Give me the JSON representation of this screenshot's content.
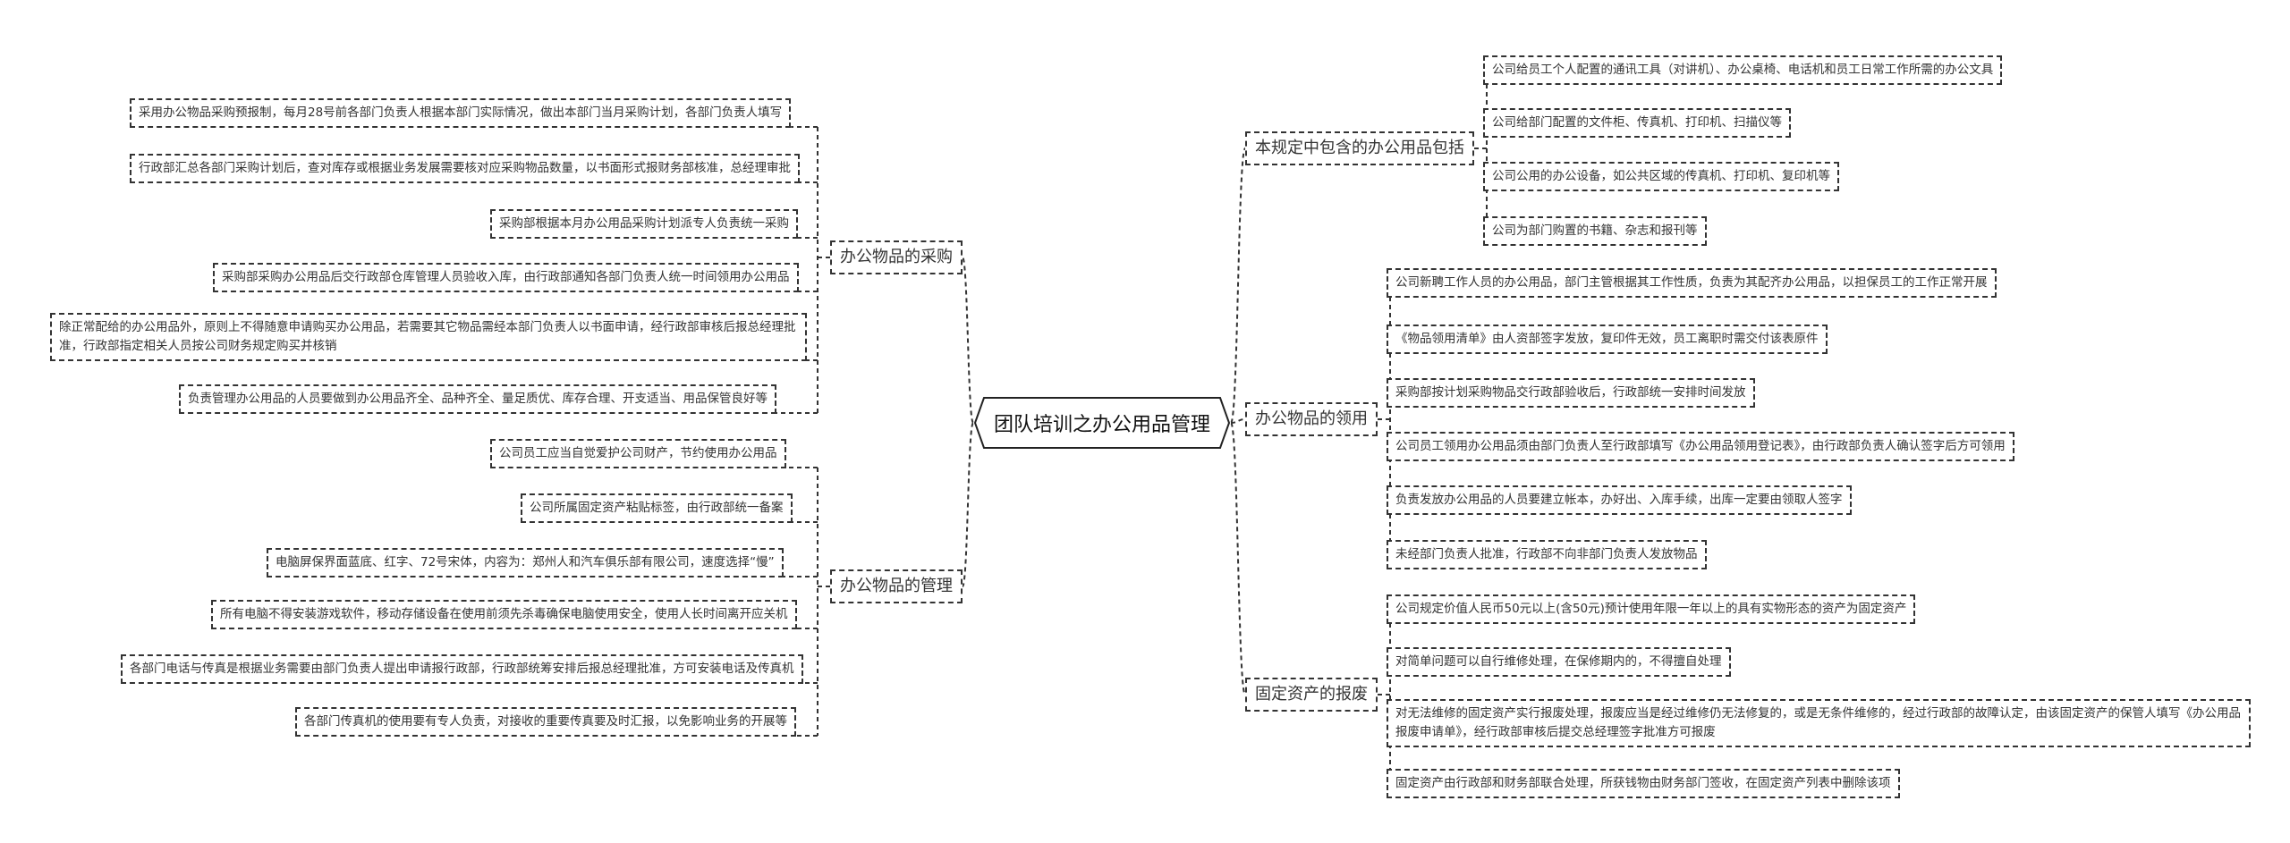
{
  "central_topic": "团队培训之办公用品管理",
  "branches": [
    {
      "label": "办公物品的采购",
      "items": [
        "采用办公物品采购预报制，每月28号前各部门负责人根据本部门实际情况，做出本部门当月采购计划，各部门负责人填写",
        "行政部汇总各部门采购计划后，查对库存或根据业务发展需要核对应采购物品数量，以书面形式报财务部核准，总经理审批",
        "采购部根据本月办公用品采购计划派专人负责统一采购",
        "采购部采购办公用品后交行政部仓库管理人员验收入库，由行政部通知各部门负责人统一时间领用办公用品",
        "除正常配给的办公用品外，原则上不得随意申请购买办公用品，若需要其它物品需经本部门负责人以书面申请，经行政部审核后报总经理批准，行政部指定相关人员按公司财务规定购买并核销",
        "负责管理办公用品的人员要做到办公用品齐全、品种齐全、量足质优、库存合理、开支适当、用品保管良好等"
      ]
    },
    {
      "label": "办公物品的管理",
      "items": [
        "公司员工应当自觉爱护公司财产，节约使用办公用品",
        "公司所属固定资产粘贴标签，由行政部统一备案",
        "电脑屏保界面蓝底、红字、72号宋体，内容为：郑州人和汽车俱乐部有限公司，速度选择“慢”",
        "所有电脑不得安装游戏软件，移动存储设备在使用前须先杀毒确保电脑使用安全，使用人长时间离开应关机",
        "各部门电话与传真是根据业务需要由部门负责人提出申请报行政部，行政部统筹安排后报总经理批准，方可安装电话及传真机",
        "各部门传真机的使用要有专人负责，对接收的重要传真要及时汇报，以免影响业务的开展等"
      ]
    },
    {
      "label": "本规定中包含的办公用品包括",
      "items": [
        "公司给员工个人配置的通讯工具（对讲机）、办公桌椅、电话机和员工日常工作所需的办公文具",
        "公司给部门配置的文件柜、传真机、打印机、扫描仪等",
        "公司公用的办公设备，如公共区域的传真机、打印机、复印机等",
        "公司为部门购置的书籍、杂志和报刊等"
      ]
    },
    {
      "label": "办公物品的领用",
      "items": [
        "公司新聘工作人员的办公用品，部门主管根据其工作性质，负责为其配齐办公用品，以担保员工的工作正常开展",
        "《物品领用清单》由人资部签字发放，复印件无效，员工离职时需交付该表原件",
        "采购部按计划采购物品交行政部验收后，行政部统一安排时间发放",
        "公司员工领用办公用品须由部门负责人至行政部填写《办公用品领用登记表》，由行政部负责人确认签字后方可领用",
        "负责发放办公用品的人员要建立帐本，办好出、入库手续，出库一定要由领取人签字",
        "未经部门负责人批准，行政部不向非部门负责人发放物品"
      ]
    },
    {
      "label": "固定资产的报废",
      "items": [
        "公司规定价值人民币50元以上(含50元)预计使用年限一年以上的具有实物形态的资产为固定资产",
        "对简单问题可以自行维修处理，在保修期内的，不得擅自处理",
        "对无法维修的固定资产实行报废处理，报废应当是经过维修仍无法修复的，或是无条件维修的，经过行政部的故障认定，由该固定资产的保管人填写《办公用品报废申请单》，经行政部审核后提交总经理签字批准方可报废",
        "固定资产由行政部和财务部联合处理，所获钱物由财务部门签收，在固定资产列表中删除该项"
      ]
    }
  ]
}
